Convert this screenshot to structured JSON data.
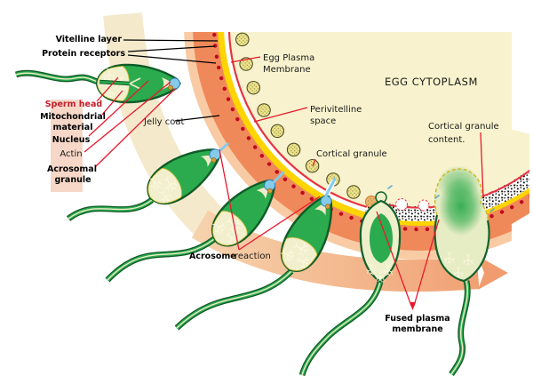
{
  "title": "Acrosome reaction and sperm-egg fusion diagram",
  "labels": {
    "vitelline": "Vitelline layer",
    "protein": "Protein receptors",
    "sperm_head": "Sperm head",
    "mito1": "Mitochondrial",
    "mito2": "material",
    "nucleus": "Nucleus",
    "actin": "Actin",
    "acro1": "Acrosomal",
    "acro2": "granule",
    "jelly": "Jelly coat",
    "epm1": "Egg Plasma",
    "epm2": "Membrane",
    "cytoplasm": "EGG CYTOPLASM",
    "peri1": "Perivitelline",
    "peri2": "space",
    "cortical": "Cortical granule",
    "cgc1": "Cortical granule",
    "cgc2": "content.",
    "react1": "Acrosome",
    "react2": "reaction",
    "fused1": "Fused plasma",
    "fused2": "membrane"
  },
  "colors": {
    "jelly_coat_orange": "#F0895A",
    "jelly_outer_peach": "#F8CBA4",
    "vitelline_yellow": "#FFD400",
    "plasma_membrane_red": "#E8333F",
    "receptor_dot_red": "#C00A1E",
    "egg_cytoplasm_cream": "#F8F3CE",
    "cortical_granule_yellow": "#EDE28B",
    "sperm_green": "#2BAB4D",
    "sperm_dark_green": "#0F5B28",
    "sperm_pale_body": "#EEF0CB",
    "acrosome_blue": "#86CBEA",
    "pointer_red": "#E8192C",
    "pointer_black": "#000000",
    "sequence_arrow_orange": "#F09C6E",
    "label_red_text": "#C11E2B"
  }
}
